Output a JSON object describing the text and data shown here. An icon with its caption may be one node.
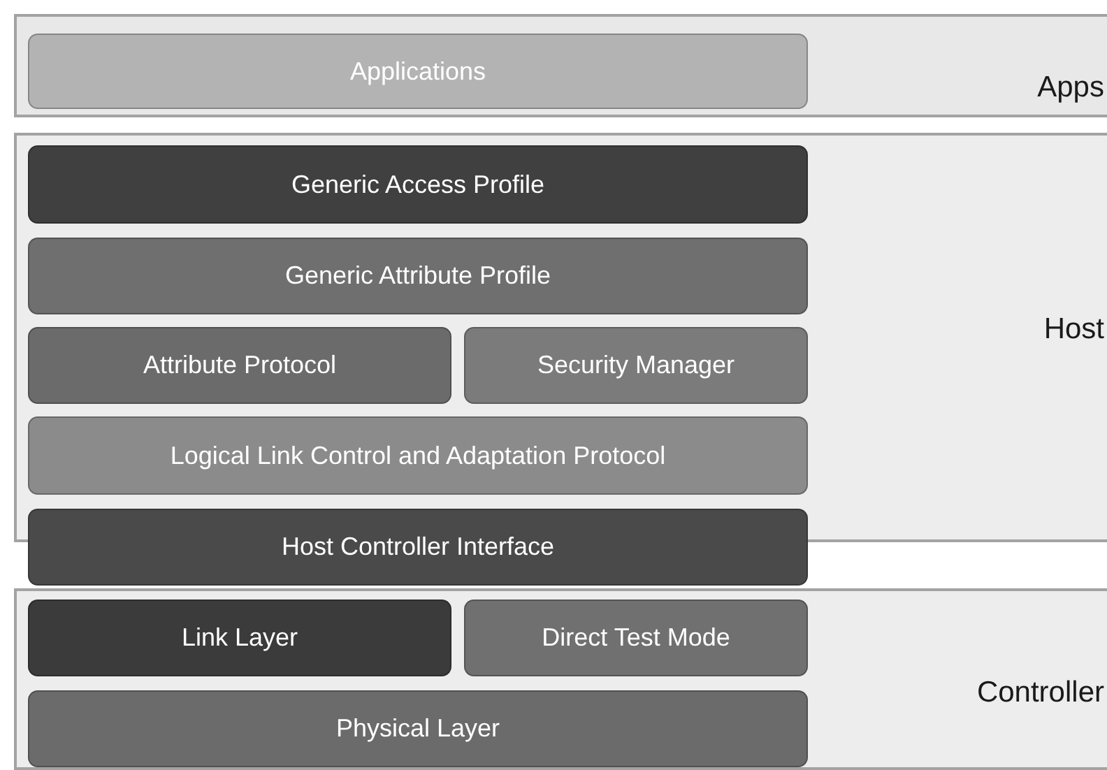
{
  "diagram": {
    "nodes": [
      {
        "text": [
          "Apps"
        ]
      },
      {
        "text": [
          "Applications"
        ],
        "in": 0
      },
      {
        "text": [
          "Host"
        ]
      },
      {
        "text": [
          "Generic Access Profile"
        ],
        "in": 2
      },
      {
        "text": [
          "Generic Attribute Profile"
        ],
        "in": 2
      },
      {
        "text": [
          "Attribute Protocol"
        ],
        "in": 2
      },
      {
        "text": [
          "Security Manager"
        ],
        "in": 2
      },
      {
        "text": [
          "Logical Link Control and Adaptation Protocol"
        ],
        "in": 2
      },
      {
        "text": [
          "Host Controller Interface"
        ]
      },
      {
        "text": [
          "Controller"
        ]
      },
      {
        "text": [
          "Link Layer"
        ],
        "in": 9
      },
      {
        "text": [
          "Direct Test Mode"
        ],
        "in": 9
      },
      {
        "text": [
          "Physical Layer"
        ],
        "in": 9
      }
    ]
  }
}
